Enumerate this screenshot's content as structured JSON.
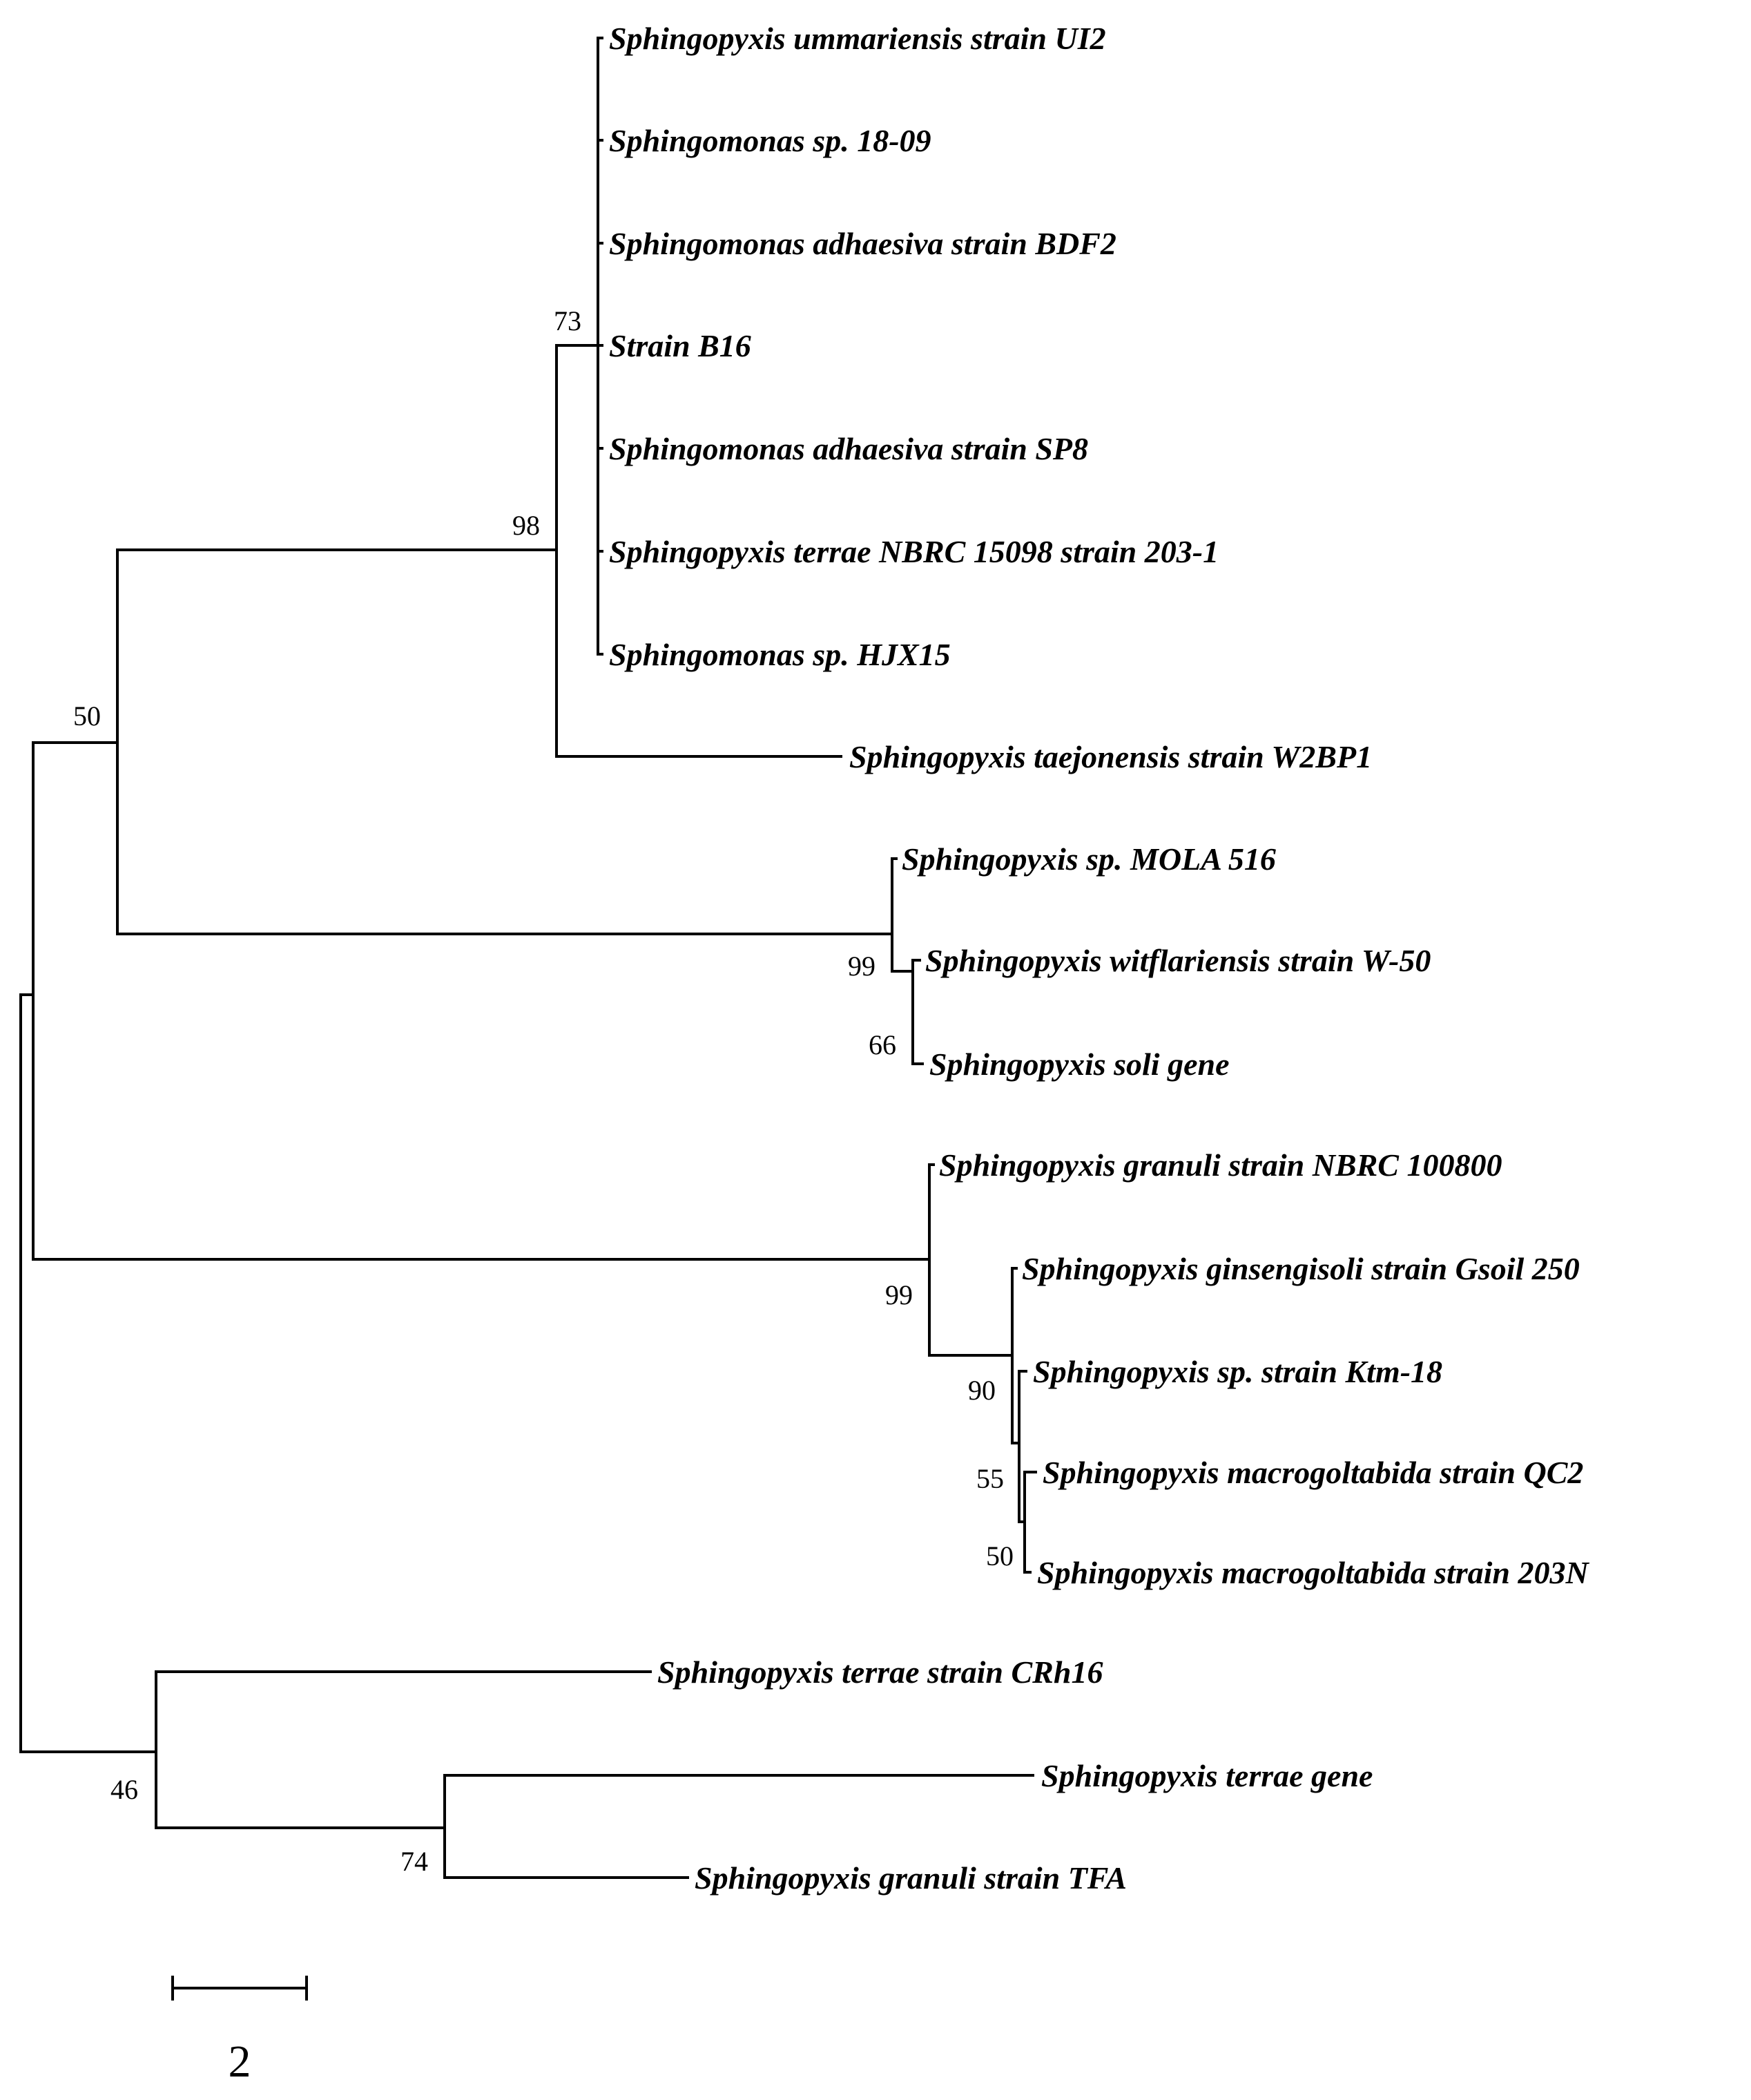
{
  "tips": [
    "Sphingopyxis ummariensis strain UI2",
    "Sphingomonas sp. 18-09",
    "Sphingomonas adhaesiva strain BDF2",
    "Strain B16",
    "Sphingomonas adhaesiva strain SP8",
    "Sphingopyxis terrae NBRC 15098 strain 203-1",
    "Sphingomonas sp. HJX15",
    "Sphingopyxis taejonensis strain W2BP1",
    "Sphingopyxis sp. MOLA 516",
    "Sphingopyxis witflariensis strain W-50",
    "Sphingopyxis soli gene",
    "Sphingopyxis granuli strain NBRC 100800",
    "Sphingopyxis ginsengisoli strain Gsoil 250",
    "Sphingopyxis sp. strain Ktm-18",
    "Sphingopyxis macrogoltabida strain QC2",
    "Sphingopyxis macrogoltabida strain 203N",
    "Sphingopyxis terrae strain CRh16",
    "Sphingopyxis terrae gene",
    "Sphingopyxis granuli strain TFA"
  ],
  "bootstrap": {
    "n73": "73",
    "n98": "98",
    "n50a": "50",
    "n99a": "99",
    "n66": "66",
    "n99b": "99",
    "n90": "90",
    "n55": "55",
    "n50b": "50",
    "n46": "46",
    "n74": "74"
  },
  "scale_bar": {
    "label": "2",
    "length": 2
  }
}
